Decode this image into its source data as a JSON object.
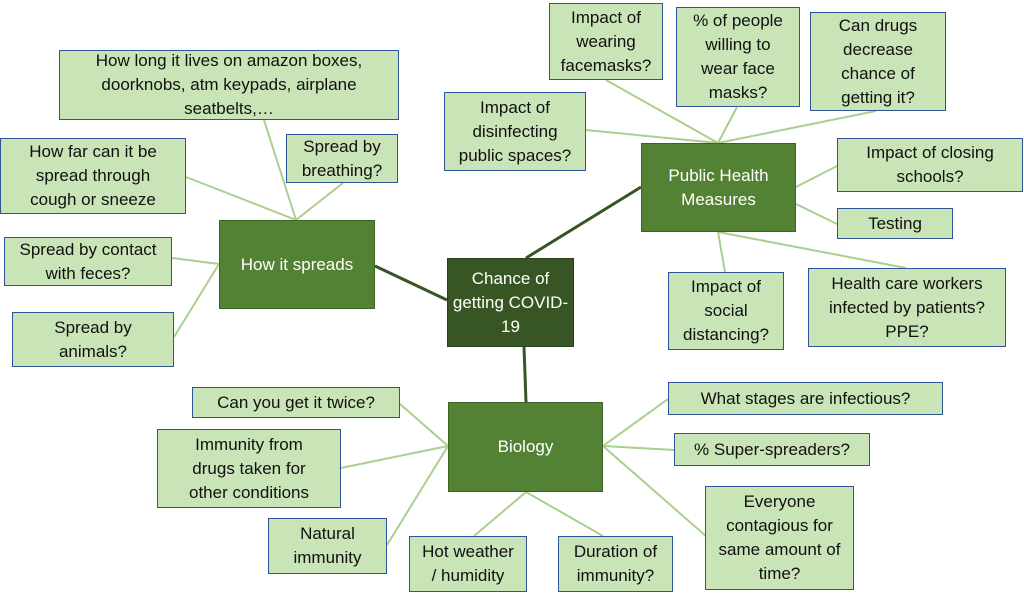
{
  "colors": {
    "leaf_fill": "#c9e4b7",
    "leaf_border": "#2f5597",
    "hub_fill": "#548235",
    "center_fill": "#375623",
    "connector_leaf": "#a9d08e",
    "connector_core": "#375623"
  },
  "center": {
    "label": "Chance of\ngetting COVID-19"
  },
  "hubs": {
    "spread": "How it spreads",
    "public_health": "Public Health\nMeasures",
    "biology": "Biology"
  },
  "spread_items": [
    "How long it lives on amazon boxes,\ndoorknobs, atm keypads, airplane\nseatbelts,…",
    "Spread by\nbreathing?",
    "How far can it be\nspread through\ncough or sneeze",
    "Spread by contact\nwith feces?",
    "Spread by\nanimals?"
  ],
  "public_health_items": [
    "Impact of\nwearing\nfacemasks?",
    "% of people\nwilling to\nwear face\nmasks?",
    "Can drugs\ndecrease\nchance of\ngetting it?",
    "Impact of\ndisinfecting\npublic spaces?",
    "Impact of closing\nschools?",
    "Testing",
    "Impact of\nsocial\ndistancing?",
    "Health care workers\ninfected by patients?\nPPE?"
  ],
  "biology_items": [
    "Can you get it twice?",
    "Immunity from\ndrugs taken for\nother conditions",
    "Natural\nimmunity",
    "Hot weather\n/ humidity",
    "Duration of\nimmunity?",
    "What stages are infectious?",
    "% Super-spreaders?",
    "Everyone\ncontagious for\nsame amount of\ntime?"
  ]
}
